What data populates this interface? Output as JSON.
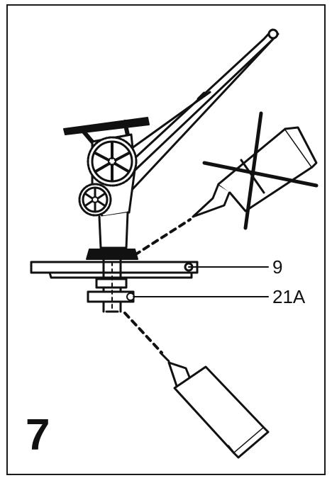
{
  "figure_number": "7",
  "callouts": {
    "part_9": "9",
    "part_21a": "21A"
  },
  "colors": {
    "ink": "#111111",
    "paper": "#ffffff"
  }
}
